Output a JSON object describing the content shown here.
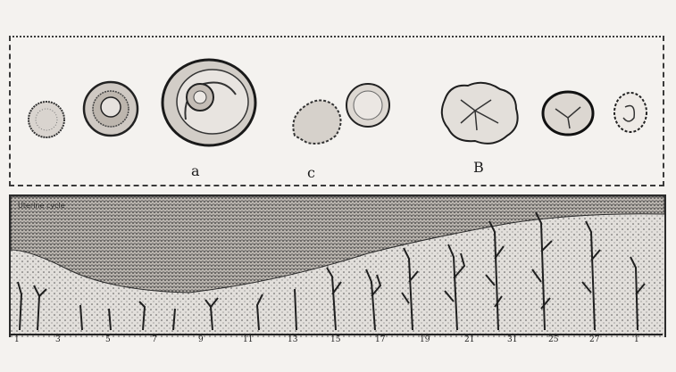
{
  "top_panel": {
    "labels": {
      "a": "a",
      "c": "c",
      "b": "B"
    }
  },
  "bottom_panel": {
    "caption": "Uterine cycle",
    "day_ticks": [
      "1",
      "3",
      "5",
      "7",
      "9",
      "11",
      "13",
      "15",
      "17",
      "19",
      "21",
      "31",
      "25",
      "27",
      "1"
    ]
  }
}
